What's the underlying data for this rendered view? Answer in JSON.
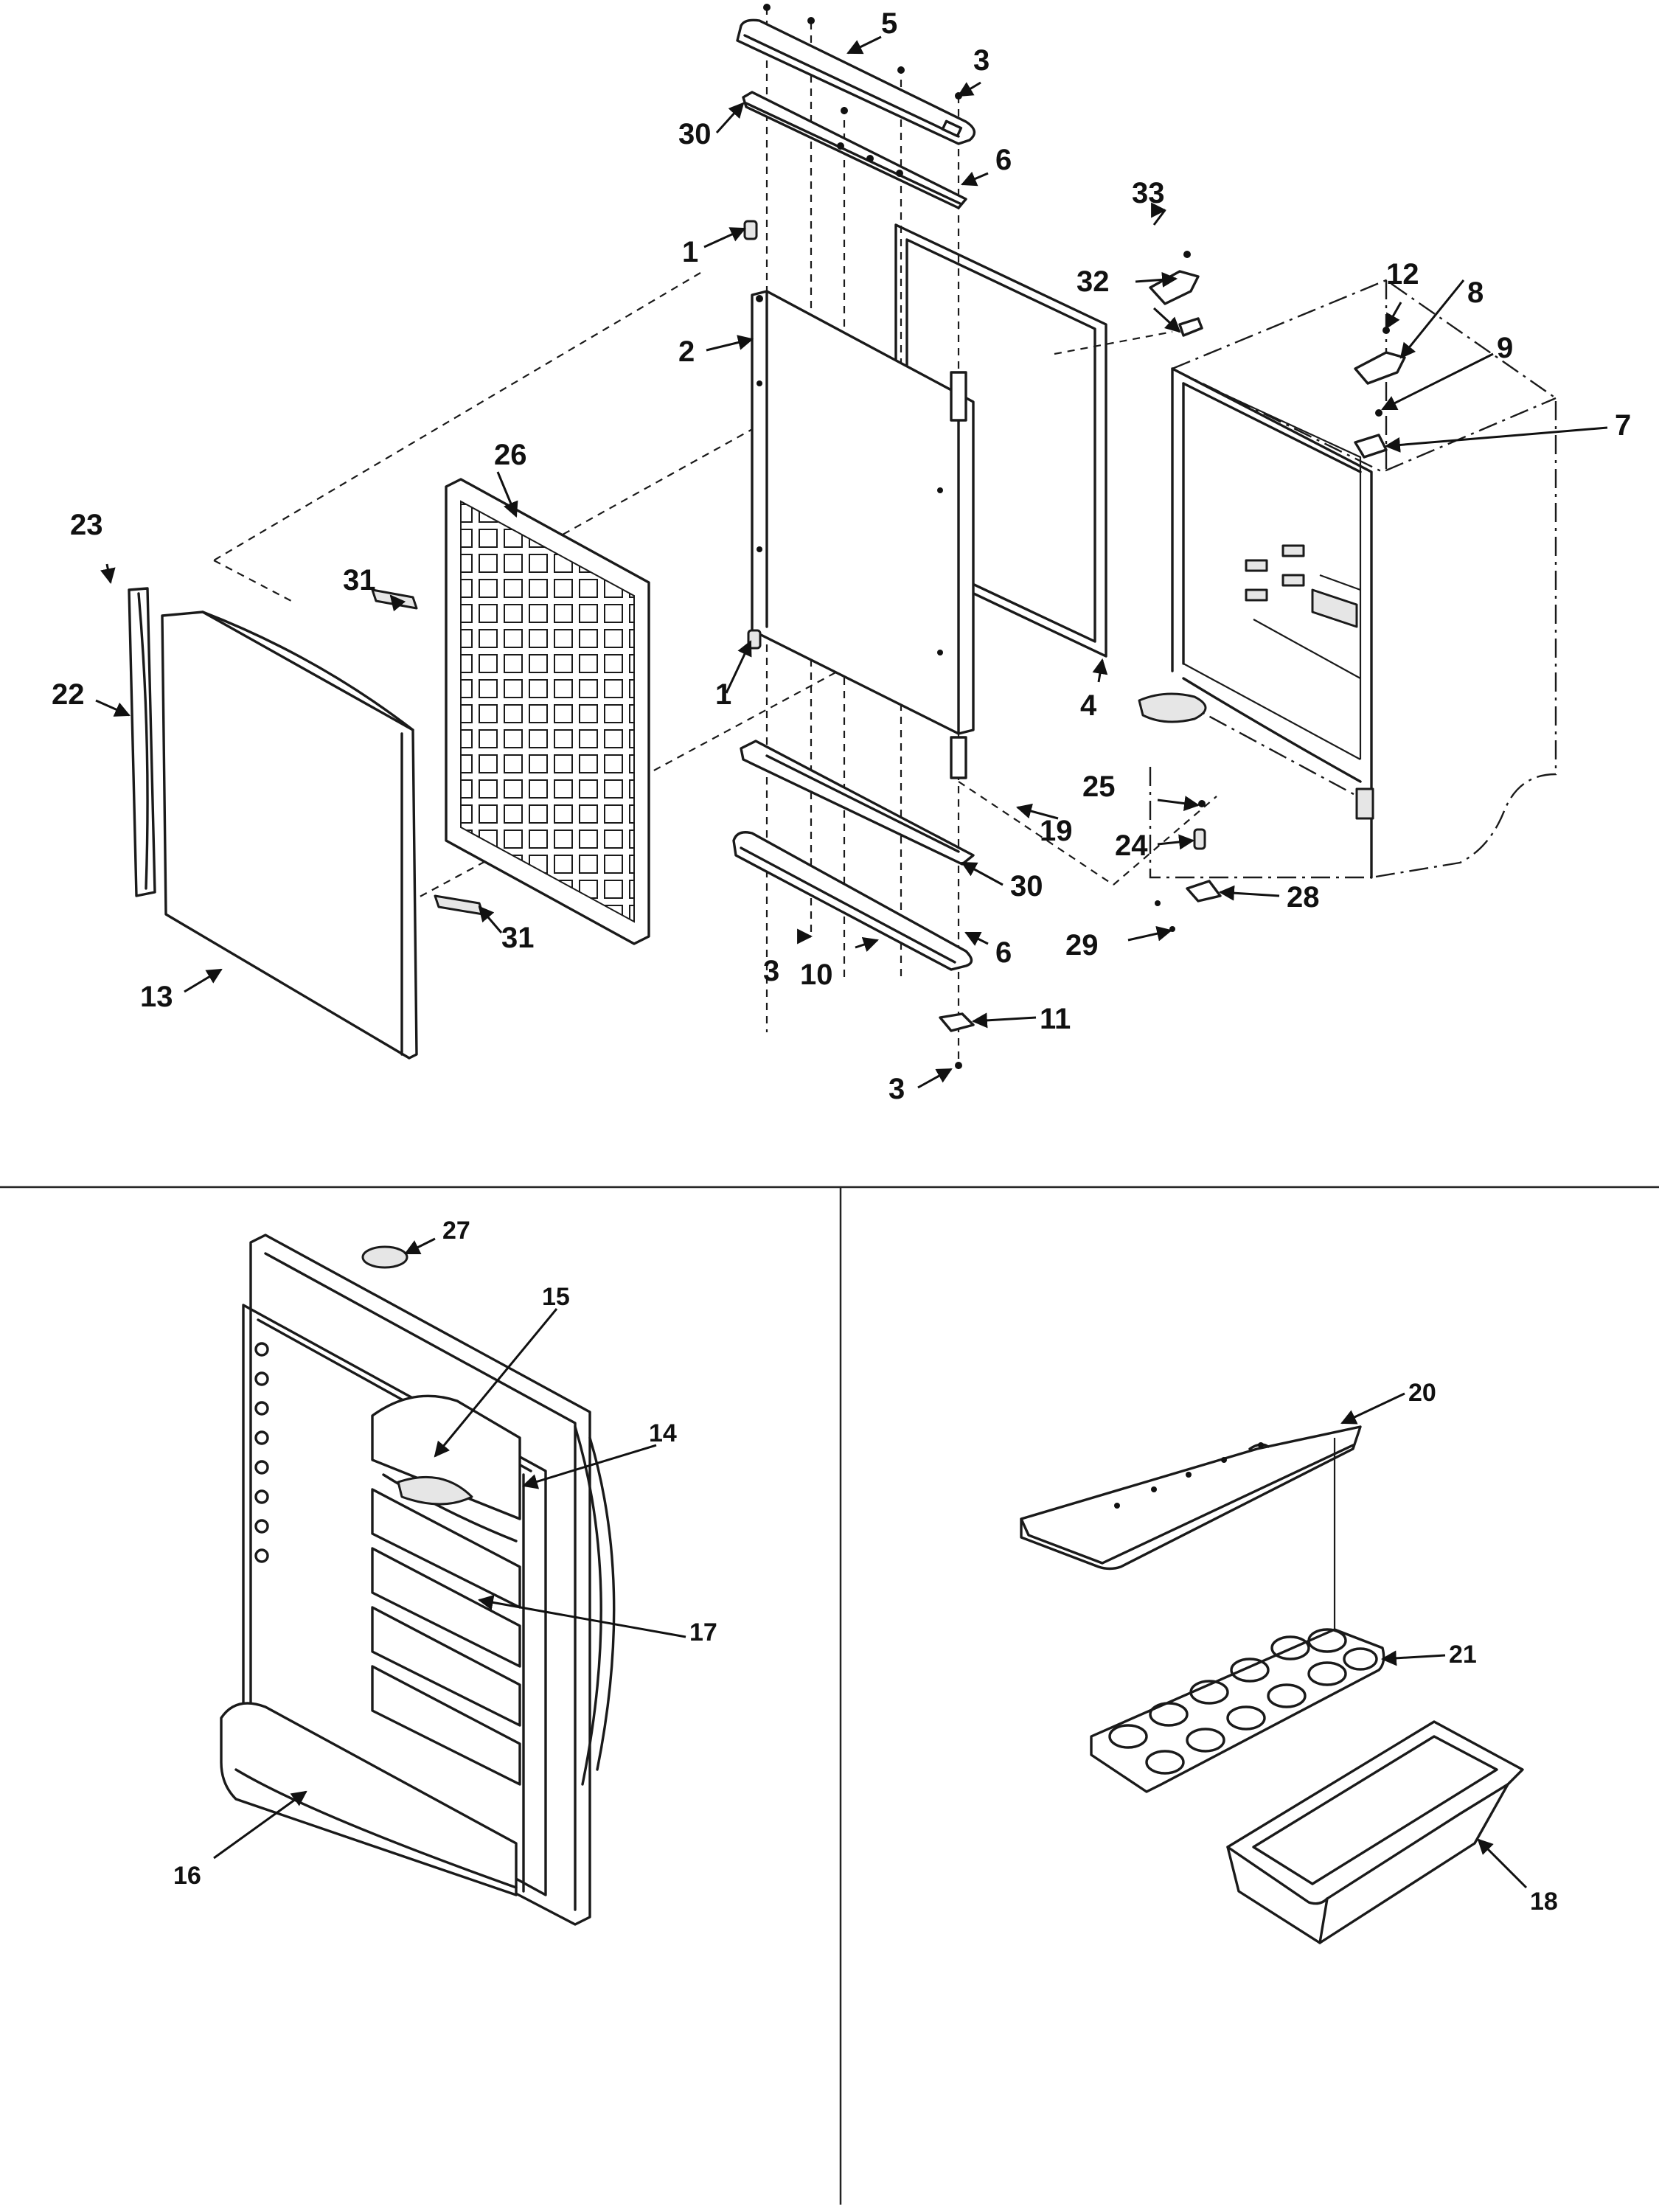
{
  "callouts_top": [
    "1",
    "1",
    "2",
    "3",
    "3",
    "3",
    "4",
    "5",
    "6",
    "6",
    "7",
    "8",
    "9",
    "10",
    "11",
    "12",
    "13",
    "19",
    "22",
    "23",
    "24",
    "25",
    "26",
    "28",
    "29",
    "30",
    "30",
    "31",
    "31",
    "32",
    "33"
  ],
  "callouts_bottom_left": [
    "14",
    "15",
    "16",
    "17",
    "27"
  ],
  "callouts_bottom_right": [
    "18",
    "20",
    "21"
  ]
}
